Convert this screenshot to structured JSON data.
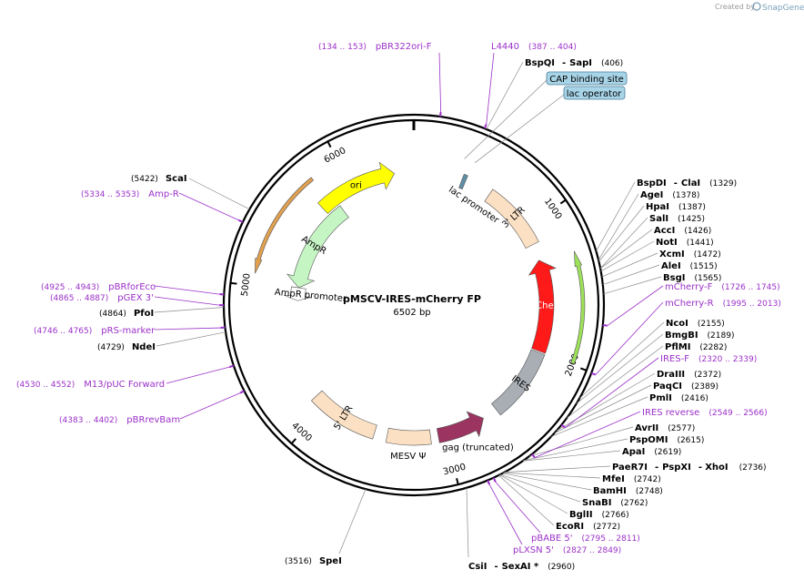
{
  "credit": {
    "text": "Created by",
    "brand": "SnapGene"
  },
  "plasmid": {
    "name": "pMSCV-IRES-mCherry FP",
    "length_label": "6502 bp",
    "length": 6502
  },
  "ticks": [
    {
      "pos": 1000,
      "label": "1000"
    },
    {
      "pos": 2000,
      "label": "2000"
    },
    {
      "pos": 3000,
      "label": "3000"
    },
    {
      "pos": 4000,
      "label": "4000"
    },
    {
      "pos": 5000,
      "label": "5000"
    },
    {
      "pos": 6000,
      "label": "6000"
    }
  ],
  "features": [
    {
      "name": "ori",
      "label": "ori",
      "start": 5720,
      "end": 6350,
      "dir": 1,
      "ring": 0,
      "color": "#ffff00",
      "textcolor": "#000000"
    },
    {
      "name": "lac-promoter",
      "label": "lac promoter",
      "start": 380,
      "end": 410,
      "dir": 0,
      "ring": 0,
      "color": "#5f8ea8",
      "textcolor": "#000000"
    },
    {
      "name": "3-ltr",
      "label": "3' LTR",
      "start": 620,
      "end": 1140,
      "dir": 0,
      "ring": 0,
      "color": "#fbe0c4",
      "textcolor": "#000000"
    },
    {
      "name": "mcherry",
      "label": "mCherry",
      "start": 1270,
      "end": 1990,
      "dir": -1,
      "ring": 0,
      "color": "#ff1a1a",
      "textcolor": "#ffffff"
    },
    {
      "name": "ires",
      "label": "IRES",
      "start": 2000,
      "end": 2560,
      "dir": 0,
      "ring": 0,
      "color": "#a8aeb4",
      "textcolor": "#000000"
    },
    {
      "name": "gag-truncated",
      "label": "gag (truncated)",
      "start": 2680,
      "end": 3060,
      "dir": -1,
      "ring": 0,
      "color": "#9c3461",
      "textcolor": "#000000"
    },
    {
      "name": "mesv-psi",
      "label": "MESV Ψ",
      "start": 3120,
      "end": 3460,
      "dir": 0,
      "ring": 0,
      "color": "#fbe0c4",
      "textcolor": "#000000"
    },
    {
      "name": "5-ltr",
      "label": "5' LTR",
      "start": 3560,
      "end": 4100,
      "dir": 0,
      "ring": 0,
      "color": "#fbe0c4",
      "textcolor": "#000000"
    },
    {
      "name": "ampr-promoter",
      "label": "AmpR promoter",
      "start": 4915,
      "end": 5030,
      "dir": -1,
      "ring": 1,
      "color": "#ffffff",
      "textcolor": "#000000"
    },
    {
      "name": "ampr",
      "label": "AmpR",
      "start": 5030,
      "end": 5840,
      "dir": -1,
      "ring": 1,
      "color": "#c6f5c4",
      "textcolor": "#000000"
    },
    {
      "name": "mcherry-outer",
      "label": "",
      "start": 1290,
      "end": 1990,
      "dir": -1,
      "ring": 2,
      "color": "#9de05a",
      "textcolor": "#000000"
    },
    {
      "name": "ampr-outer",
      "label": "",
      "start": 5080,
      "end": 5800,
      "dir": -1,
      "ring": 3,
      "color": "#e0a050",
      "textcolor": "#000000"
    }
  ],
  "boxes": [
    {
      "name": "cap-binding-site",
      "label": "CAP binding site",
      "pos": 345
    },
    {
      "name": "lac-operator",
      "label": "lac operator",
      "pos": 420
    }
  ],
  "sites": [
    {
      "name": "bspqi-sapi",
      "enzyme": "BspQI",
      "enzyme2": "SapI",
      "pos_label": "(406)",
      "pos": 406
    },
    {
      "name": "bspdi-clai",
      "enzyme": "BspDI",
      "enzyme2": "ClaI",
      "pos_label": "(1329)",
      "pos": 1329
    },
    {
      "name": "agei",
      "enzyme": "AgeI",
      "pos_label": "(1378)",
      "pos": 1378
    },
    {
      "name": "hpai",
      "enzyme": "HpaI",
      "pos_label": "(1387)",
      "pos": 1387
    },
    {
      "name": "sali",
      "enzyme": "SalI",
      "pos_label": "(1425)",
      "pos": 1425
    },
    {
      "name": "acci",
      "enzyme": "AccI",
      "pos_label": "(1426)",
      "pos": 1426
    },
    {
      "name": "noti",
      "enzyme": "NotI",
      "pos_label": "(1441)",
      "pos": 1441
    },
    {
      "name": "xcmi",
      "enzyme": "XcmI",
      "pos_label": "(1472)",
      "pos": 1472
    },
    {
      "name": "alei",
      "enzyme": "AleI",
      "pos_label": "(1515)",
      "pos": 1515
    },
    {
      "name": "bsgi",
      "enzyme": "BsgI",
      "pos_label": "(1565)",
      "pos": 1565
    },
    {
      "name": "ncoi",
      "enzyme": "NcoI",
      "pos_label": "(2155)",
      "pos": 2155
    },
    {
      "name": "bmgbi",
      "enzyme": "BmgBI",
      "pos_label": "(2189)",
      "pos": 2189
    },
    {
      "name": "pflmi",
      "enzyme": "PflMI",
      "pos_label": "(2282)",
      "pos": 2282
    },
    {
      "name": "draiii",
      "enzyme": "DraIII",
      "pos_label": "(2372)",
      "pos": 2372
    },
    {
      "name": "paqci",
      "enzyme": "PaqCI",
      "pos_label": "(2389)",
      "pos": 2389
    },
    {
      "name": "pmli",
      "enzyme": "PmlI",
      "pos_label": "(2416)",
      "pos": 2416
    },
    {
      "name": "avrii",
      "enzyme": "AvrII",
      "pos_label": "(2577)",
      "pos": 2577
    },
    {
      "name": "pspomi",
      "enzyme": "PspOMI",
      "pos_label": "(2615)",
      "pos": 2615
    },
    {
      "name": "apai",
      "enzyme": "ApaI",
      "pos_label": "(2619)",
      "pos": 2619
    },
    {
      "name": "paer7i-pspxi-xhoi",
      "enzyme": "PaeR7I",
      "enzyme2": "PspXI",
      "enzyme3": "XhoI",
      "pos_label": "(2736)",
      "pos": 2736
    },
    {
      "name": "mfei",
      "enzyme": "MfeI",
      "pos_label": "(2742)",
      "pos": 2742
    },
    {
      "name": "bamhi",
      "enzyme": "BamHI",
      "pos_label": "(2748)",
      "pos": 2748
    },
    {
      "name": "snabi",
      "enzyme": "SnaBI",
      "pos_label": "(2762)",
      "pos": 2762
    },
    {
      "name": "bglii",
      "enzyme": "BglII",
      "pos_label": "(2766)",
      "pos": 2766
    },
    {
      "name": "ecori",
      "enzyme": "EcoRI",
      "pos_label": "(2772)",
      "pos": 2772
    },
    {
      "name": "csii-sexai",
      "enzyme": "CsiI",
      "enzyme2": "SexAI *",
      "pos_label": "(2960)",
      "pos": 2960
    },
    {
      "name": "spei",
      "enzyme": "SpeI",
      "pos_label": "(3516)",
      "pos": 3516
    },
    {
      "name": "ndei",
      "enzyme": "NdeI",
      "pos_label": "(4729)",
      "pos": 4729
    },
    {
      "name": "pfoi",
      "enzyme": "PfoI",
      "pos_label": "(4864)",
      "pos": 4864
    },
    {
      "name": "scai",
      "enzyme": "ScaI",
      "pos_label": "(5422)",
      "pos": 5422
    }
  ],
  "primers": [
    {
      "name": "pbr322ori-f",
      "label": "pBR322ori-F",
      "pos_label": "(134 .. 153)",
      "pos": 144,
      "dir": 1
    },
    {
      "name": "l4440",
      "label": "L4440",
      "pos_label": "(387 .. 404)",
      "pos": 395,
      "dir": 1
    },
    {
      "name": "mcherry-f",
      "label": "mCherry-F",
      "pos_label": "(1726 .. 1745)",
      "pos": 1735,
      "dir": 1
    },
    {
      "name": "mcherry-r",
      "label": "mCherry-R",
      "pos_label": "(1995 .. 2013)",
      "pos": 2004,
      "dir": -1
    },
    {
      "name": "ires-f",
      "label": "IRES-F",
      "pos_label": "(2320 .. 2339)",
      "pos": 2330,
      "dir": 1
    },
    {
      "name": "ires-reverse",
      "label": "IRES reverse",
      "pos_label": "(2549 .. 2566)",
      "pos": 2557,
      "dir": -1
    },
    {
      "name": "pbabe-5",
      "label": "pBABE 5'",
      "pos_label": "(2795 .. 2811)",
      "pos": 2803,
      "dir": 1
    },
    {
      "name": "plxsn-5",
      "label": "pLXSN 5'",
      "pos_label": "(2827 .. 2849)",
      "pos": 2838,
      "dir": 1
    },
    {
      "name": "pbrrevbam",
      "label": "pBRrevBam",
      "pos_label": "(4383 .. 4402)",
      "pos": 4392,
      "dir": -1
    },
    {
      "name": "m13-puc-forward",
      "label": "M13/pUC Forward",
      "pos_label": "(4530 .. 4552)",
      "pos": 4541,
      "dir": 1
    },
    {
      "name": "prs-marker",
      "label": "pRS-marker",
      "pos_label": "(4746 .. 4765)",
      "pos": 4755,
      "dir": -1
    },
    {
      "name": "pgex-3",
      "label": "pGEX 3'",
      "pos_label": "(4865 .. 4887)",
      "pos": 4876,
      "dir": -1
    },
    {
      "name": "pbrforeco",
      "label": "pBRforEco",
      "pos_label": "(4925 .. 4943)",
      "pos": 4934,
      "dir": -1
    },
    {
      "name": "amp-r",
      "label": "Amp-R",
      "pos_label": "(5334 .. 5353)",
      "pos": 5343,
      "dir": -1
    }
  ]
}
